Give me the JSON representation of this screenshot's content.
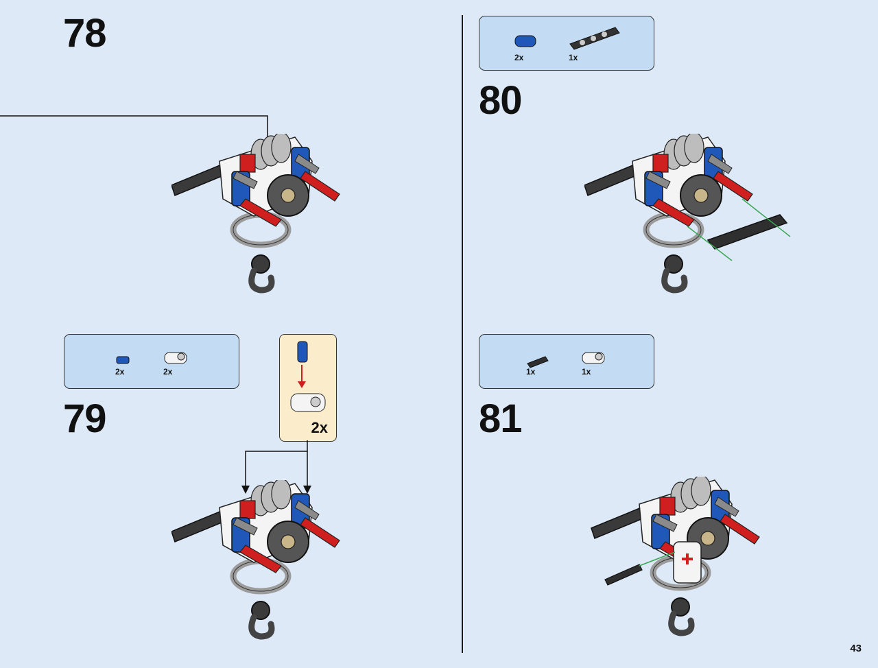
{
  "page_number": "43",
  "steps": [
    {
      "number": "78"
    },
    {
      "number": "79",
      "parts": [
        {
          "qty": "2x",
          "icon": "blue-pin-icon"
        },
        {
          "qty": "2x",
          "icon": "white-connector-icon"
        }
      ],
      "subassembly": {
        "multiplier": "2x"
      }
    },
    {
      "number": "80",
      "parts": [
        {
          "qty": "2x",
          "icon": "blue-connector-icon"
        },
        {
          "qty": "1x",
          "icon": "black-beam-icon"
        }
      ]
    },
    {
      "number": "81",
      "parts": [
        {
          "qty": "1x",
          "icon": "black-axle-pin-icon"
        },
        {
          "qty": "1x",
          "icon": "white-connector-icon"
        }
      ]
    }
  ],
  "colors": {
    "background": "#dde9f7",
    "parts_box": "#c3dcf4",
    "subassembly_box": "#fbeccb",
    "red": "#d01f1f",
    "blue": "#1f58b8",
    "arrow_green": "#3aa655"
  }
}
